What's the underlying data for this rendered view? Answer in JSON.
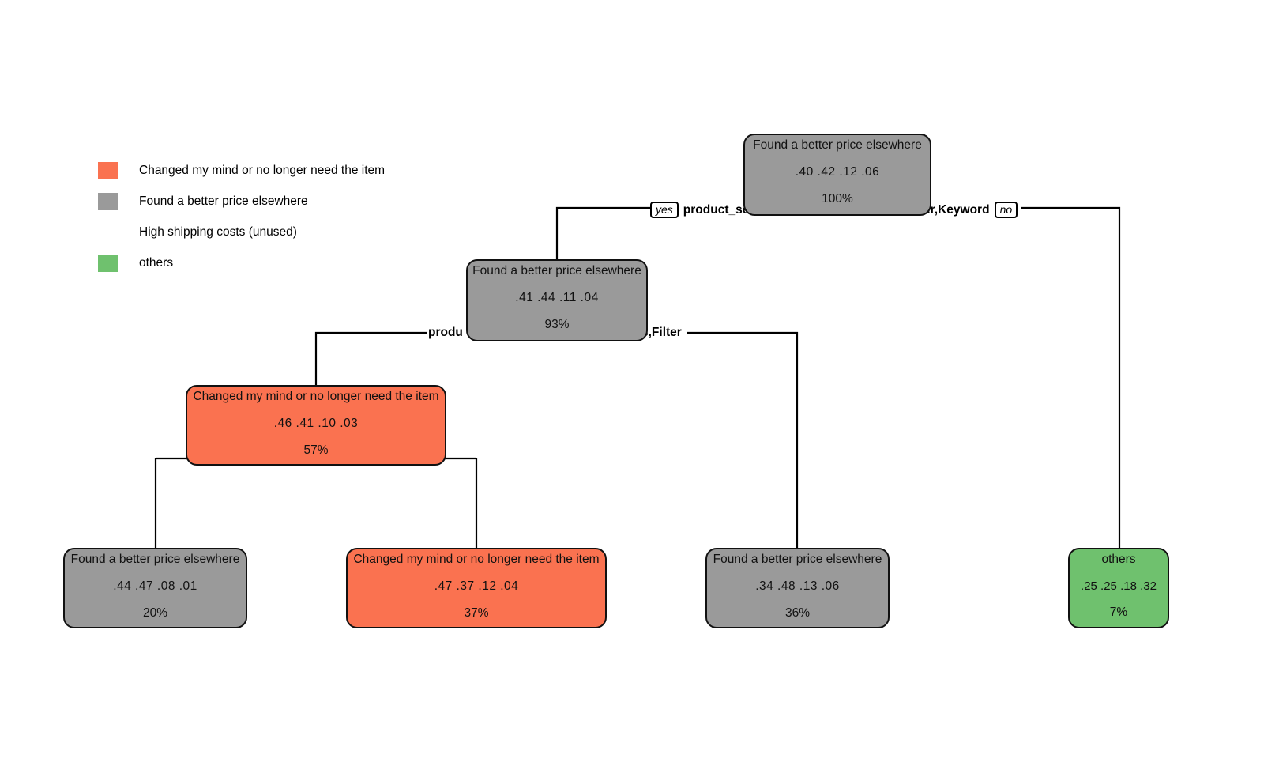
{
  "legend": {
    "items": [
      {
        "label": "Changed my mind or no longer need the item",
        "color": "#FA7250",
        "has_swatch": true
      },
      {
        "label": "Found a better price elsewhere",
        "color": "#9A9A9A",
        "has_swatch": true
      },
      {
        "label": "High shipping costs (unused)",
        "color": "",
        "has_swatch": false
      },
      {
        "label": "others",
        "color": "#6FC16E",
        "has_swatch": true
      }
    ]
  },
  "palette": {
    "changed_mind": "#FA7250",
    "better_price": "#9A9A9A",
    "others": "#6FC16E",
    "border": "#111111",
    "edge": "#000000",
    "background": "#FFFFFF"
  },
  "chart_data": {
    "type": "tree",
    "title": "",
    "class_order": [
      "Changed my mind or no longer need the item",
      "Found a better price elsewhere",
      "High shipping costs (unused)",
      "others"
    ],
    "nodes": [
      {
        "id": "root",
        "label": "Found a better price elsewhere",
        "probs": ".40  .42  .12  .06",
        "pct": "100%",
        "color": "#9A9A9A",
        "depth": 0
      },
      {
        "id": "n2",
        "label": "Found a better price elsewhere",
        "probs": ".41  .44  .11  .04",
        "pct": "93%",
        "color": "#9A9A9A",
        "depth": 1
      },
      {
        "id": "n3",
        "label": "Changed my mind or no longer need the item",
        "probs": ".46  .41  .10  .03",
        "pct": "57%",
        "color": "#FA7250",
        "depth": 2
      },
      {
        "id": "leaf1",
        "label": "Found a better price elsewhere",
        "probs": ".44  .47  .08  .01",
        "pct": "20%",
        "color": "#9A9A9A",
        "depth": 3
      },
      {
        "id": "leaf2",
        "label": "Changed my mind or no longer need the item",
        "probs": ".47  .37  .12  .04",
        "pct": "37%",
        "color": "#FA7250",
        "depth": 3
      },
      {
        "id": "leaf3",
        "label": "Found a better price elsewhere",
        "probs": ".34  .48  .13  .06",
        "pct": "36%",
        "color": "#9A9A9A",
        "depth": 3
      },
      {
        "id": "leaf4",
        "label": "others",
        "probs": ".25  .25  .18  .32",
        "pct": "7%",
        "color": "#6FC16E",
        "depth": 3
      }
    ],
    "splits": [
      {
        "id": "split-root",
        "yes": "yes",
        "text_left": "product_se",
        "text_right": "er,Keyword",
        "no": "no"
      },
      {
        "id": "split-2",
        "yes": "",
        "text_left": "produ",
        "text_right": "s,Filter",
        "no": ""
      },
      {
        "id": "split-3",
        "yes": "",
        "text_left": "",
        "text_right": "",
        "no": ""
      }
    ]
  }
}
